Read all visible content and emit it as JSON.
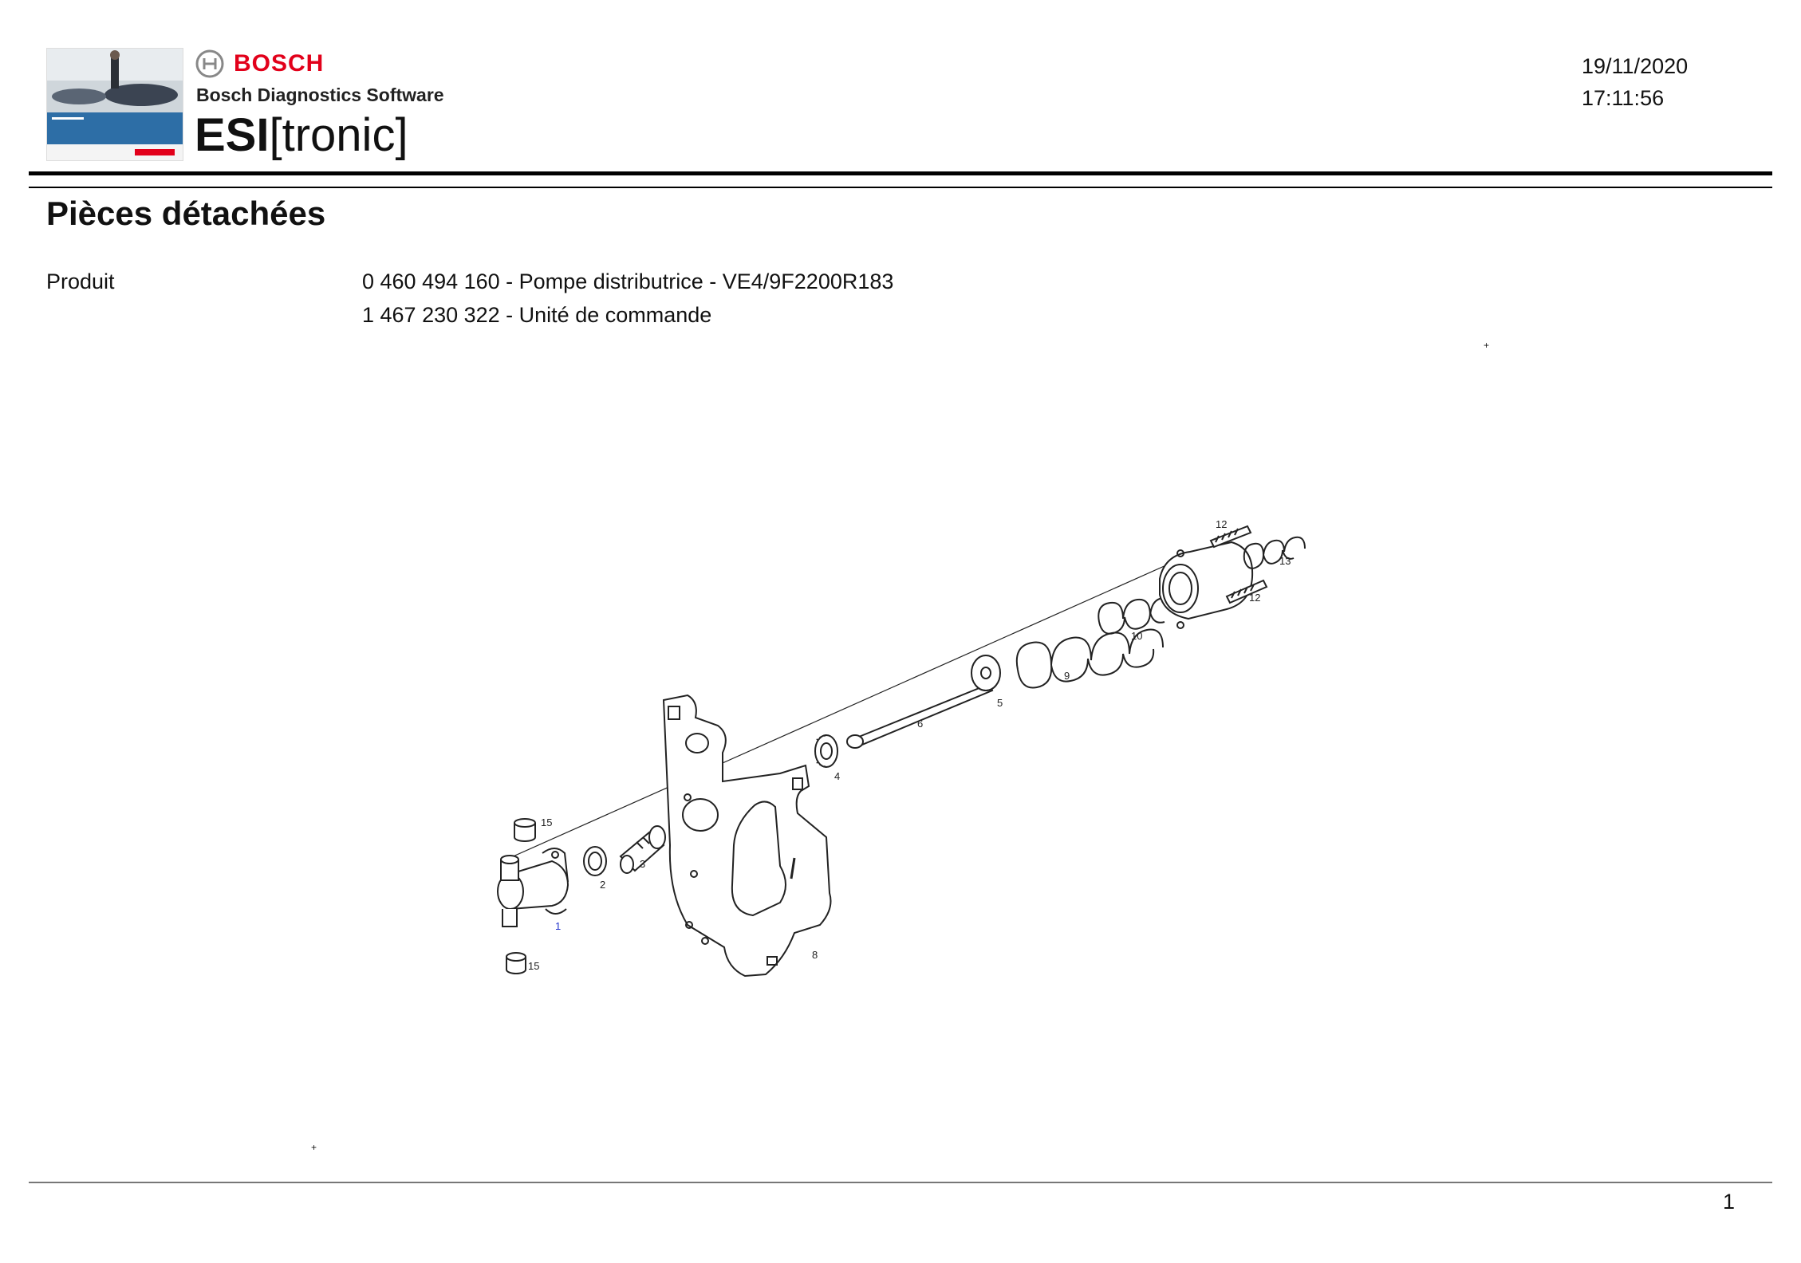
{
  "header": {
    "brand": "BOSCH",
    "subtitle": "Bosch Diagnostics Software",
    "product_bold": "ESI",
    "product_rest": "[tronic]",
    "date": "19/11/2020",
    "time": "17:11:56"
  },
  "page": {
    "title": "Pièces détachées",
    "product_label": "Produit",
    "product_line1": "0 460 494 160 - Pompe distributrice - VE4/9F2200R183",
    "product_line2": "1 467 230 322 - Unité de commande",
    "page_number": "1"
  },
  "diagram": {
    "labels": [
      "1",
      "2",
      "3",
      "4",
      "5",
      "6",
      "8",
      "9",
      "10",
      "12",
      "12",
      "13",
      "15",
      "15"
    ]
  },
  "colors": {
    "brand_red": "#e2001a",
    "ink": "#111111"
  }
}
